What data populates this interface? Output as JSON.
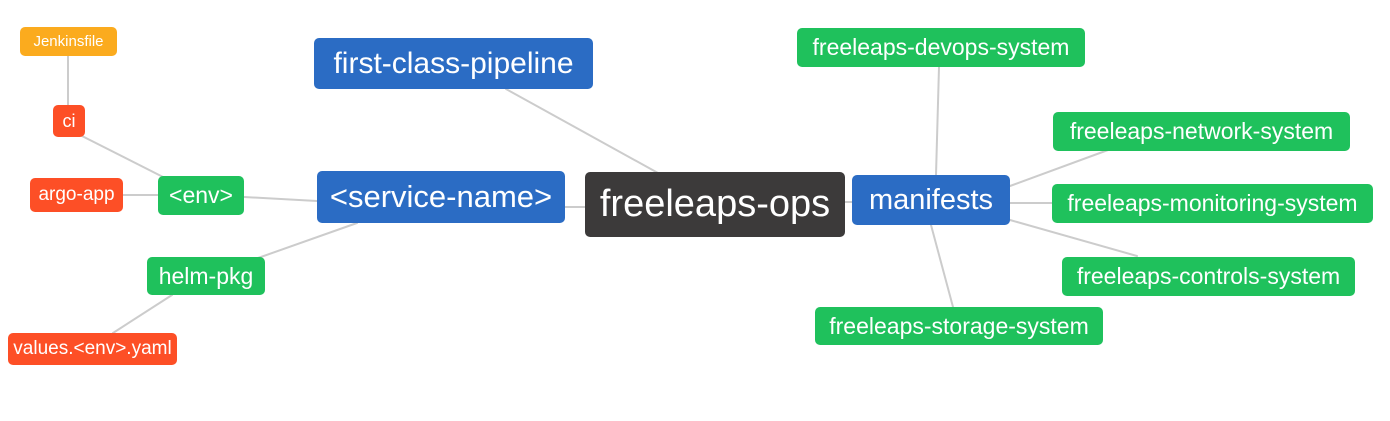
{
  "diagram": {
    "type": "mindmap",
    "background_color": "#ffffff",
    "edge_color": "#cccccc",
    "text_color": "#ffffff",
    "palette": {
      "root": "#3c3a3a",
      "level1": "#2b6cc4",
      "level2": "#1fc15c",
      "level3": "#fd4f26",
      "level4": "#fbab1e"
    },
    "root_label": "freeleaps-ops",
    "nodes": [
      {
        "id": "freeleaps-ops",
        "label": "freeleaps-ops",
        "level": 0
      },
      {
        "id": "first-class-pipeline",
        "label": "first-class-pipeline",
        "level": 1
      },
      {
        "id": "service-name",
        "label": "<service-name>",
        "level": 1
      },
      {
        "id": "manifests",
        "label": "manifests",
        "level": 1
      },
      {
        "id": "env",
        "label": "<env>",
        "level": 2
      },
      {
        "id": "helm-pkg",
        "label": "helm-pkg",
        "level": 2
      },
      {
        "id": "freeleaps-devops-system",
        "label": "freeleaps-devops-system",
        "level": 2
      },
      {
        "id": "freeleaps-network-system",
        "label": "freeleaps-network-system",
        "level": 2
      },
      {
        "id": "freeleaps-monitoring-system",
        "label": "freeleaps-monitoring-system",
        "level": 2
      },
      {
        "id": "freeleaps-controls-system",
        "label": "freeleaps-controls-system",
        "level": 2
      },
      {
        "id": "freeleaps-storage-system",
        "label": "freeleaps-storage-system",
        "level": 2
      },
      {
        "id": "ci",
        "label": "ci",
        "level": 3
      },
      {
        "id": "argo-app",
        "label": "argo-app",
        "level": 3
      },
      {
        "id": "values-env-yaml",
        "label": "values.<env>.yaml",
        "level": 3
      },
      {
        "id": "jenkinsfile",
        "label": "Jenkinsfile",
        "level": 4
      }
    ],
    "edges": [
      {
        "from": "freeleaps-ops",
        "to": "first-class-pipeline"
      },
      {
        "from": "freeleaps-ops",
        "to": "service-name"
      },
      {
        "from": "freeleaps-ops",
        "to": "manifests"
      },
      {
        "from": "service-name",
        "to": "env"
      },
      {
        "from": "service-name",
        "to": "helm-pkg"
      },
      {
        "from": "env",
        "to": "ci"
      },
      {
        "from": "env",
        "to": "argo-app"
      },
      {
        "from": "ci",
        "to": "jenkinsfile"
      },
      {
        "from": "helm-pkg",
        "to": "values-env-yaml"
      },
      {
        "from": "manifests",
        "to": "freeleaps-devops-system"
      },
      {
        "from": "manifests",
        "to": "freeleaps-network-system"
      },
      {
        "from": "manifests",
        "to": "freeleaps-monitoring-system"
      },
      {
        "from": "manifests",
        "to": "freeleaps-controls-system"
      },
      {
        "from": "manifests",
        "to": "freeleaps-storage-system"
      }
    ]
  }
}
